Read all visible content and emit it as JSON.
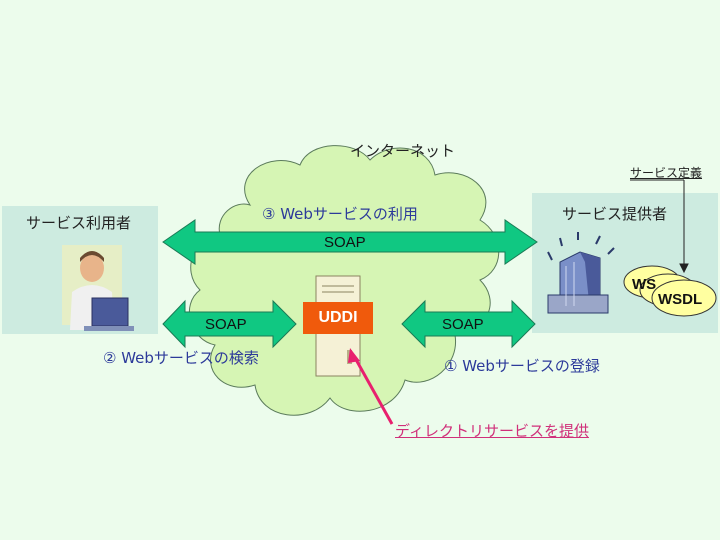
{
  "internet_label": "インターネット",
  "user": {
    "label": "サービス利用者"
  },
  "provider": {
    "label": "サービス提供者",
    "definition_label": "サービス定義",
    "wsdl_label": "WSDL",
    "wsdl_back_label": "WS"
  },
  "uddi": {
    "label": "UDDI"
  },
  "steps": {
    "use": "③ Webサービスの利用",
    "search": "② Webサービスの検索",
    "register": "① Webサービスの登録"
  },
  "soap": {
    "top": "SOAP",
    "left": "SOAP",
    "right": "SOAP"
  },
  "directory_note": "ディレクトリサービスを提供",
  "colors": {
    "background": "#ecfcec",
    "cloud": "#d6f5b4",
    "arrow": "#10c882",
    "uddi": "#f05a0c",
    "pointer": "#e8206e"
  }
}
